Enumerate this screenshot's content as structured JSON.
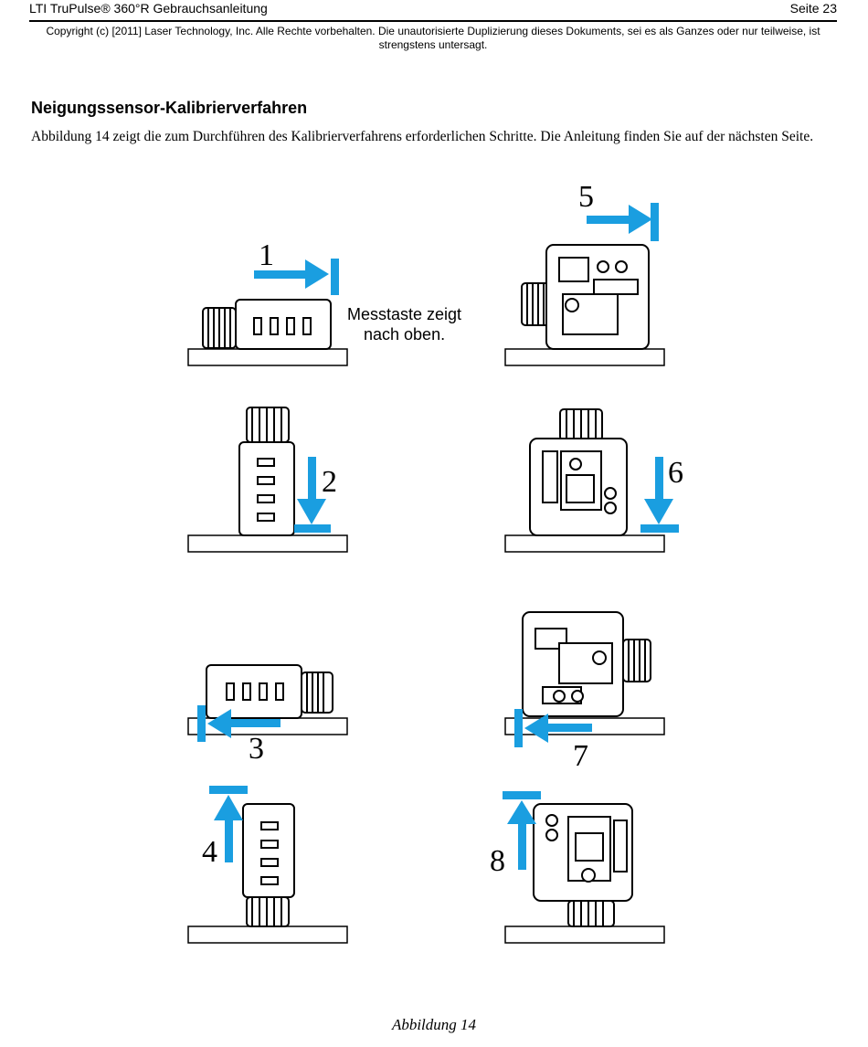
{
  "header": {
    "left": "LTI TruPulse® 360°R Gebrauchsanleitung",
    "right": "Seite 23"
  },
  "copyright": "Copyright (c) [2011] Laser Technology, Inc. Alle Rechte vorbehalten. Die unautorisierte Duplizierung dieses Dokuments, sei es als Ganzes oder nur teilweise, ist strengstens untersagt.",
  "section": {
    "title": "Neigungssensor-Kalibrierverfahren",
    "intro": "Abbildung 14 zeigt die zum Durchführen des Kalibrierverfahrens erforderlichen Schritte. Die Anleitung finden Sie auf der nächsten Seite."
  },
  "figure": {
    "note_line1": "Messtaste zeigt",
    "note_line2": "nach oben.",
    "steps": [
      "1",
      "2",
      "3",
      "4",
      "5",
      "6",
      "7",
      "8"
    ],
    "caption": "Abbildung 14",
    "arrow_color": "#1a9ee0"
  }
}
